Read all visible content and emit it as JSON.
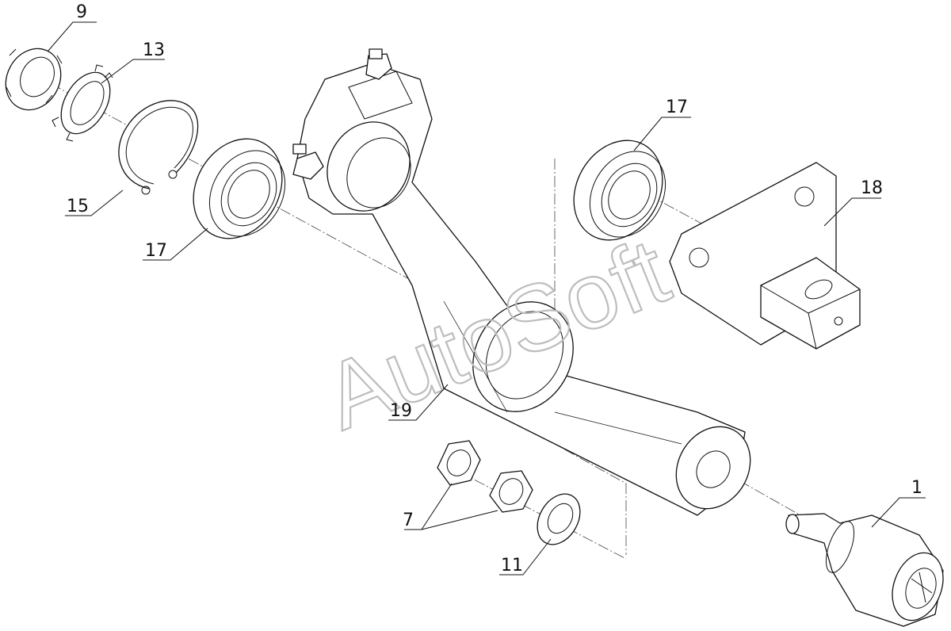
{
  "drawing": {
    "watermark": "AutoSoft",
    "callouts": [
      {
        "id": "9",
        "label": "9"
      },
      {
        "id": "13",
        "label": "13"
      },
      {
        "id": "15",
        "label": "15"
      },
      {
        "id": "17a",
        "label": "17"
      },
      {
        "id": "17b",
        "label": "17"
      },
      {
        "id": "18",
        "label": "18"
      },
      {
        "id": "19",
        "label": "19"
      },
      {
        "id": "7",
        "label": "7"
      },
      {
        "id": "11",
        "label": "11"
      },
      {
        "id": "1",
        "label": "1"
      }
    ]
  }
}
